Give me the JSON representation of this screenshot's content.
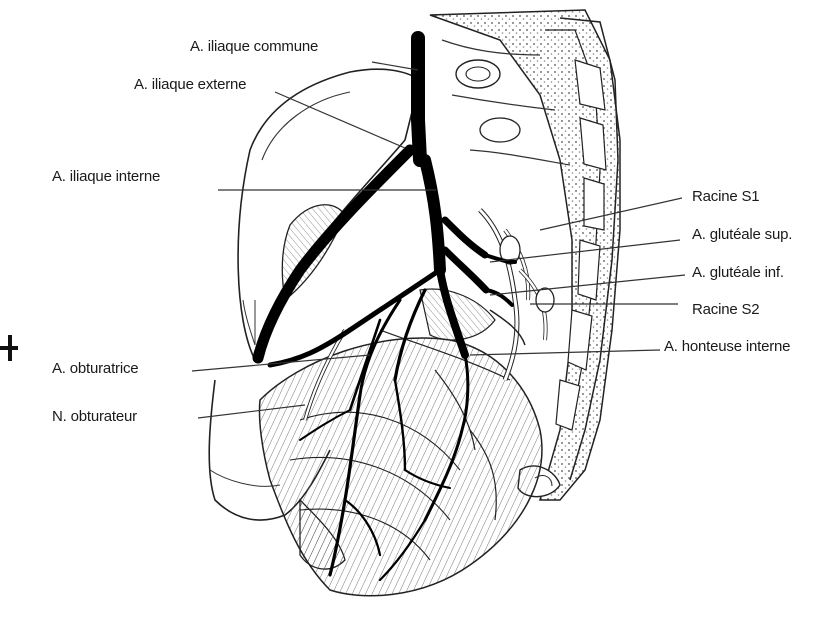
{
  "labels": {
    "common_iliac": "A. iliaque commune",
    "external_iliac": "A. iliaque externe",
    "internal_iliac": "A. iliaque interne",
    "root_s1": "Racine S1",
    "superior_gluteal": "A. glutéale sup.",
    "inferior_gluteal": "A. glutéale inf.",
    "root_s2": "Racine S2",
    "internal_pudendal": "A. honteuse interne",
    "obturator_artery": "A. obturatrice",
    "obturator_nerve": "N. obturateur"
  },
  "colors": {
    "ink": "#111111",
    "vessel": "#000000",
    "shade": "#c8c8c8",
    "background": "#ffffff"
  }
}
